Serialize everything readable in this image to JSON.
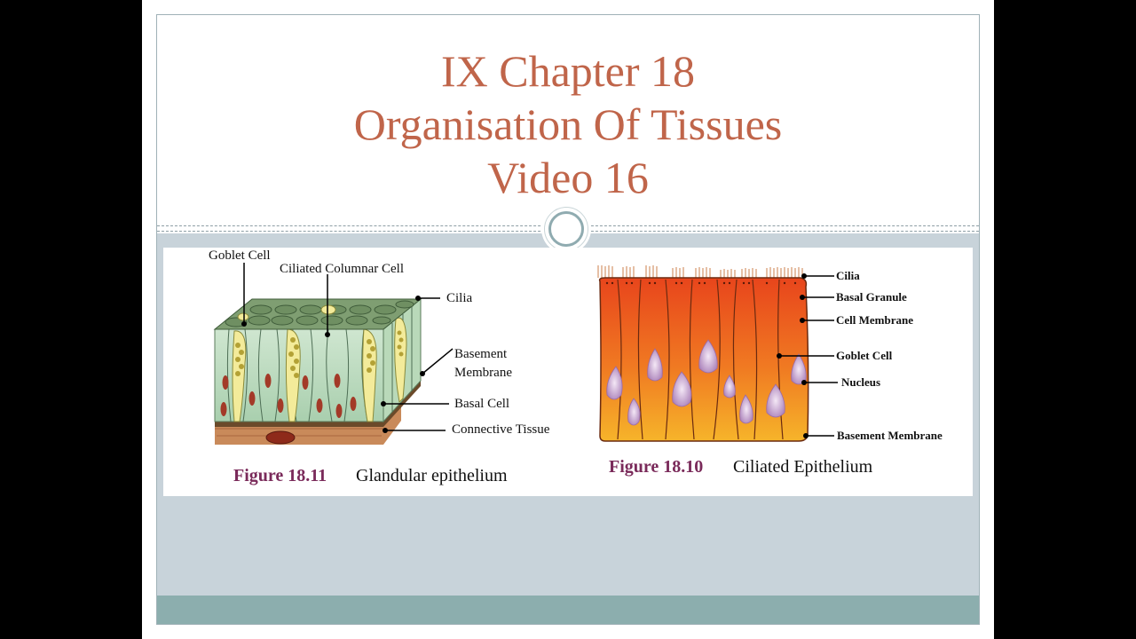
{
  "slide": {
    "title_lines": [
      "IX Chapter 18",
      "Organisation Of Tissues",
      "Video 16"
    ]
  },
  "figure_left": {
    "labels": {
      "goblet_cell": "Goblet Cell",
      "ciliated_columnar_cell": "Ciliated Columnar Cell",
      "cilia": "Cilia",
      "basement_line1": "Basement",
      "basement_line2": "Membrane",
      "basal_cell": "Basal Cell",
      "connective_tissue": "Connective Tissue"
    },
    "caption_number": "Figure 18.11",
    "caption_text": "Glandular epithelium"
  },
  "figure_right": {
    "labels": {
      "cilia": "Cilia",
      "basal_granule": "Basal Granule",
      "cell_membrane": "Cell Membrane",
      "goblet_cell": "Goblet Cell",
      "nucleus": "Nucleus",
      "basement_membrane": "Basement Membrane"
    },
    "caption_number": "Figure 18.10",
    "caption_text": "Ciliated Epithelium"
  },
  "colors": {
    "title": "#c0654a",
    "caption_number": "#7a2a5a",
    "footer_bar": "#8caeae",
    "slide_bg": "#c8d3da"
  }
}
